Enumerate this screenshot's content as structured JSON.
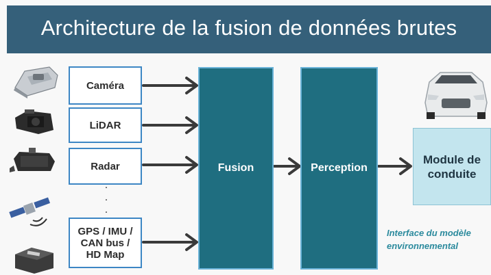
{
  "title": "Architecture de la fusion de données brutes",
  "sensors": [
    {
      "label": "Caméra",
      "icon": "camera-icon"
    },
    {
      "label": "LiDAR",
      "icon": "lidar-icon"
    },
    {
      "label": "Radar",
      "icon": "radar-icon"
    },
    {
      "label": "GPS / IMU /\nCAN bus /\nHD Map",
      "icon": "satellite-icon"
    }
  ],
  "ellipsis": ".\n.\n.",
  "blocks": {
    "fusion": "Fusion",
    "perception": "Perception",
    "module": "Module de\nconduite"
  },
  "note": "Interface du modèle\nenvironnemental",
  "colors": {
    "header": "#35607a",
    "block": "#1f6e80",
    "module": "#c3e5ee",
    "note": "#2b8a9d",
    "sensor_border": "#3c86c4"
  }
}
